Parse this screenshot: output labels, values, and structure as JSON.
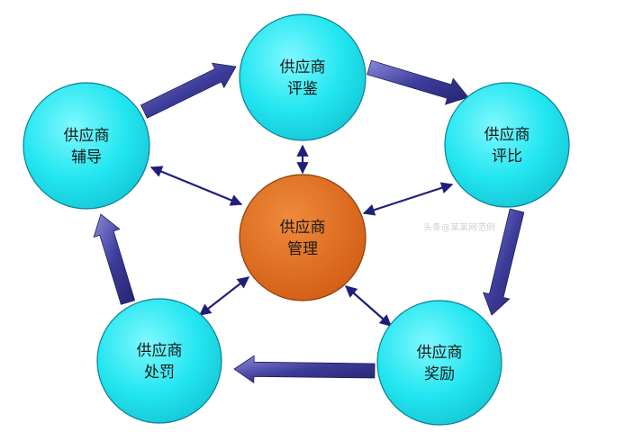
{
  "diagram": {
    "center": {
      "line1": "供应商",
      "line2": "管理",
      "color": "#e06b1a"
    },
    "nodes": [
      {
        "id": "evaluate",
        "line1": "供应商",
        "line2": "评鉴"
      },
      {
        "id": "compare",
        "line1": "供应商",
        "line2": "评比"
      },
      {
        "id": "reward",
        "line1": "供应商",
        "line2": "奖励"
      },
      {
        "id": "penalty",
        "line1": "供应商",
        "line2": "处罚"
      },
      {
        "id": "coach",
        "line1": "供应商",
        "line2": "辅导"
      }
    ],
    "node_color": "#25e8f0",
    "arrow_color": "#3a3a95",
    "watermark": "头条@某某网范例"
  }
}
